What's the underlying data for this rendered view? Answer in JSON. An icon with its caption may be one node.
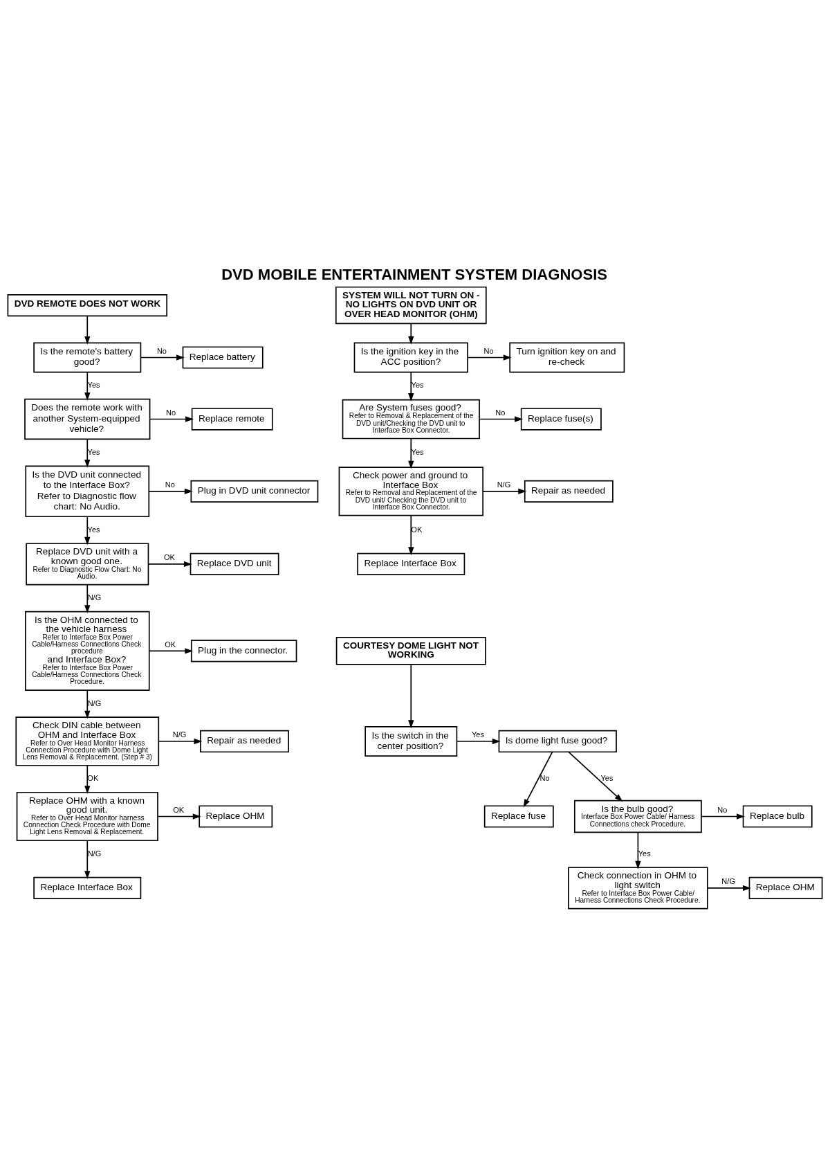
{
  "diagram": {
    "title": "DVD MOBILE ENTERTAINMENT SYSTEM DIAGNOSIS",
    "nodes": [
      {
        "text": [
          "DVD REMOTE DOES NOT WORK"
        ]
      },
      {
        "text": [
          "Is the remote's battery good?"
        ]
      },
      {
        "text": [
          "Replace battery"
        ]
      },
      {
        "text": [
          "Does the remote work with another System-equipped vehicle?"
        ]
      },
      {
        "text": [
          "Replace remote"
        ]
      },
      {
        "text": [
          "Is the DVD unit connected to the Interface Box? Refer to Diagnostic flow chart: No Audio."
        ]
      },
      {
        "text": [
          "Plug in DVD unit connector"
        ]
      },
      {
        "text": [
          "Replace DVD unit with a known good one.",
          "Refer to Diagnostic Flow Chart: No Audio."
        ]
      },
      {
        "text": [
          "Replace DVD unit"
        ]
      },
      {
        "text": [
          "Is the OHM connected to the vehicle harness",
          "Refer to Interface Box Power Cable/Harness Connections Check procedure",
          "and Interface Box?",
          "Refer to Interface Box Power Cable/Harness Connections Check Procedure."
        ]
      },
      {
        "text": [
          "Plug in the connector."
        ]
      },
      {
        "text": [
          "Check DIN cable between OHM and Interface Box",
          "Refer to Over Head Monitor Harness Connection Procedure with Dome Light Lens Removal & Replacement. (Step # 3)"
        ]
      },
      {
        "text": [
          "Repair as needed"
        ]
      },
      {
        "text": [
          "Replace OHM with a known good unit.",
          "Refer to Over Head Monitor harness Connection Check Procedure with Dome Light Lens Removal & Replacement."
        ]
      },
      {
        "text": [
          "Replace OHM"
        ]
      },
      {
        "text": [
          "Replace Interface Box"
        ]
      },
      {
        "text": [
          "SYSTEM WILL NOT TURN ON - NO LIGHTS ON DVD UNIT OR OVER HEAD MONITOR (OHM)"
        ]
      },
      {
        "text": [
          "Is the ignition key in the ACC position?"
        ]
      },
      {
        "text": [
          "Turn ignition key on and re-check"
        ]
      },
      {
        "text": [
          "Are System fuses good?",
          "Refer to Removal & Replacement of the DVD unit/Checking the DVD unit to Interface Box Connector."
        ]
      },
      {
        "text": [
          "Replace fuse(s)"
        ]
      },
      {
        "text": [
          "Check power and ground to Interface Box",
          "Refer to Removal and Replacement of the DVD unit/ Checking the DVD unit to Interface Box Connector."
        ]
      },
      {
        "text": [
          "Repair as needed"
        ]
      },
      {
        "text": [
          "Replace Interface Box"
        ]
      },
      {
        "text": [
          "COURTESY DOME LIGHT NOT WORKING"
        ]
      },
      {
        "text": [
          "Is the switch in the center position?"
        ]
      },
      {
        "text": [
          "Is dome light fuse good?"
        ]
      },
      {
        "text": [
          "Replace fuse"
        ]
      },
      {
        "text": [
          "Is the bulb good?",
          "Interface Box Power Cable/ Harness Connections check Procedure."
        ]
      },
      {
        "text": [
          "Replace bulb"
        ]
      },
      {
        "text": [
          "Check connection in OHM to light switch",
          "Refer to Interface Box Power Cable/ Harness Connections Check Procedure."
        ]
      },
      {
        "text": [
          "Replace OHM"
        ]
      }
    ],
    "edges": [
      {
        "from": 0,
        "to": 1,
        "arrow": "to"
      },
      {
        "from": 1,
        "to": 2,
        "arrow": "to",
        "label": "No"
      },
      {
        "from": 1,
        "to": 3,
        "arrow": "to",
        "label": "Yes"
      },
      {
        "from": 3,
        "to": 4,
        "arrow": "to",
        "label": "No"
      },
      {
        "from": 3,
        "to": 5,
        "arrow": "to",
        "label": "Yes"
      },
      {
        "from": 5,
        "to": 6,
        "arrow": "to",
        "label": "No"
      },
      {
        "from": 5,
        "to": 7,
        "arrow": "to",
        "label": "Yes"
      },
      {
        "from": 7,
        "to": 8,
        "arrow": "to",
        "label": "OK"
      },
      {
        "from": 7,
        "to": 9,
        "arrow": "to",
        "label": "N/G"
      },
      {
        "from": 9,
        "to": 10,
        "arrow": "to",
        "label": "OK"
      },
      {
        "from": 9,
        "to": 11,
        "arrow": "to",
        "label": "N/G"
      },
      {
        "from": 11,
        "to": 12,
        "arrow": "to",
        "label": "N/G"
      },
      {
        "from": 11,
        "to": 13,
        "arrow": "to",
        "label": "OK"
      },
      {
        "from": 13,
        "to": 14,
        "arrow": "to",
        "label": "OK"
      },
      {
        "from": 13,
        "to": 15,
        "arrow": "to",
        "label": "N/G"
      },
      {
        "from": 16,
        "to": 17,
        "arrow": "to"
      },
      {
        "from": 17,
        "to": 18,
        "arrow": "to",
        "label": "No"
      },
      {
        "from": 17,
        "to": 19,
        "arrow": "to",
        "label": "Yes"
      },
      {
        "from": 19,
        "to": 20,
        "arrow": "to",
        "label": "No"
      },
      {
        "from": 19,
        "to": 21,
        "arrow": "to",
        "label": "Yes"
      },
      {
        "from": 21,
        "to": 22,
        "arrow": "to",
        "label": "N/G"
      },
      {
        "from": 21,
        "to": 23,
        "arrow": "to",
        "label": "OK"
      },
      {
        "from": 24,
        "to": 25,
        "arrow": "to"
      },
      {
        "from": 25,
        "to": 26,
        "arrow": "to",
        "label": "Yes"
      },
      {
        "from": 26,
        "to": 27,
        "arrow": "to",
        "label": "No"
      },
      {
        "from": 26,
        "to": 28,
        "arrow": "to",
        "label": "Yes"
      },
      {
        "from": 28,
        "to": 29,
        "arrow": "to",
        "label": "No"
      },
      {
        "from": 28,
        "to": 30,
        "arrow": "to",
        "label": "Yes"
      },
      {
        "from": 30,
        "to": 31,
        "arrow": "to",
        "label": "N/G"
      }
    ]
  }
}
